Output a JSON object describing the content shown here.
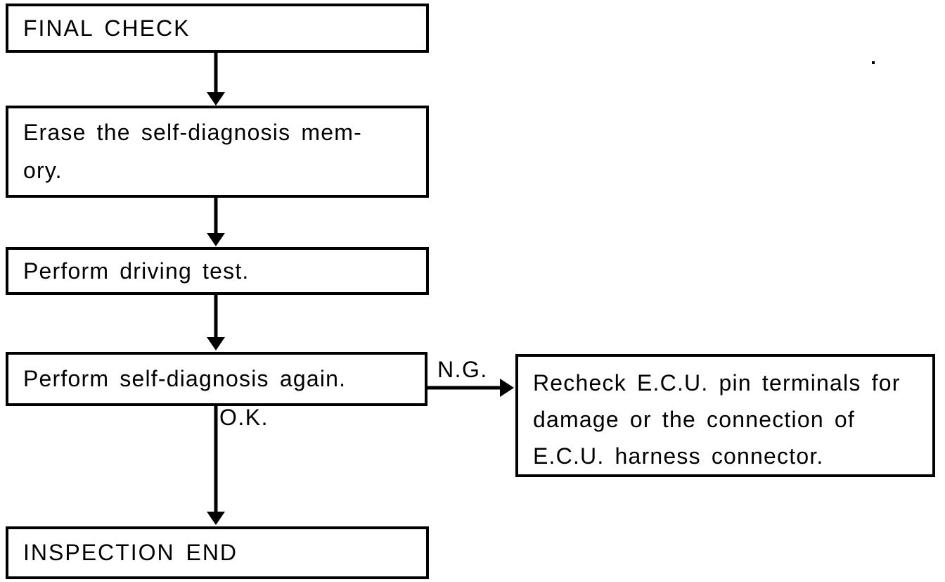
{
  "page": {
    "paper_color": "#ffffff",
    "ink_color": "#000000"
  },
  "flowchart": {
    "nodes": [
      {
        "id": "final-check",
        "label_lines": [
          "FINAL CHECK"
        ]
      },
      {
        "id": "erase-memory",
        "label_lines": [
          "Erase the self-diagnosis mem-",
          "ory."
        ]
      },
      {
        "id": "driving-test",
        "label_lines": [
          "Perform driving test."
        ]
      },
      {
        "id": "self-diagnosis-again",
        "label_lines": [
          "Perform self-diagnosis again."
        ]
      },
      {
        "id": "inspection-end",
        "label_lines": [
          "INSPECTION END"
        ]
      },
      {
        "id": "recheck-ecu",
        "label_lines": [
          "Recheck E.C.U. pin terminals for",
          "damage or the connection of",
          "E.C.U. harness connector."
        ]
      }
    ],
    "edge_labels": {
      "ng": "N.G.",
      "ok": "O.K."
    }
  }
}
